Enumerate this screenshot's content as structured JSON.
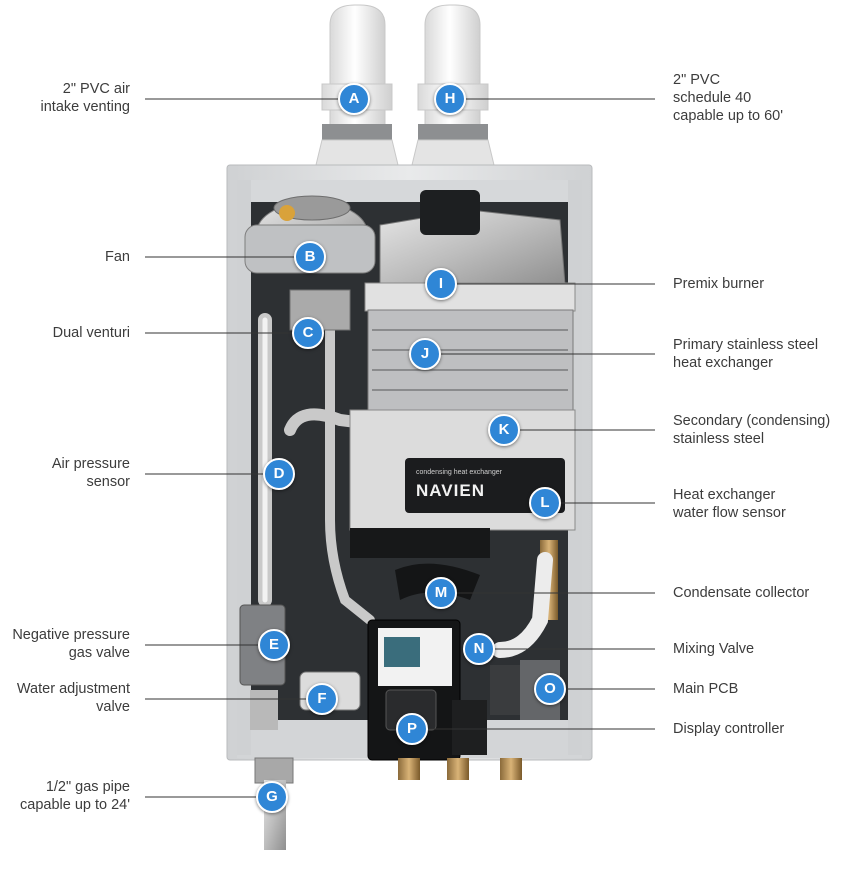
{
  "brand": {
    "name": "NAVIEN",
    "sub": "condensing heat exchanger"
  },
  "labels": [
    {
      "id": "A",
      "side": "left",
      "text": "2\" PVC air\nintake venting"
    },
    {
      "id": "B",
      "side": "left",
      "text": "Fan"
    },
    {
      "id": "C",
      "side": "left",
      "text": "Dual venturi"
    },
    {
      "id": "D",
      "side": "left",
      "text": "Air pressure\nsensor"
    },
    {
      "id": "E",
      "side": "left",
      "text": "Negative pressure\ngas valve"
    },
    {
      "id": "F",
      "side": "left",
      "text": "Water adjustment\nvalve"
    },
    {
      "id": "G",
      "side": "left",
      "text": "1/2\" gas pipe\ncapable up to 24'"
    },
    {
      "id": "H",
      "side": "right",
      "text": "2\" PVC\nschedule 40\ncapable up to 60'"
    },
    {
      "id": "I",
      "side": "right",
      "text": "Premix burner"
    },
    {
      "id": "J",
      "side": "right",
      "text": "Primary stainless steel\nheat exchanger"
    },
    {
      "id": "K",
      "side": "right",
      "text": "Secondary (condensing)\nstainless steel"
    },
    {
      "id": "L",
      "side": "right",
      "text": "Heat exchanger\nwater flow sensor"
    },
    {
      "id": "M",
      "side": "right",
      "text": "Condensate collector"
    },
    {
      "id": "N",
      "side": "right",
      "text": "Mixing Valve"
    },
    {
      "id": "O",
      "side": "right",
      "text": "Main PCB"
    },
    {
      "id": "P",
      "side": "right",
      "text": "Display controller"
    }
  ]
}
